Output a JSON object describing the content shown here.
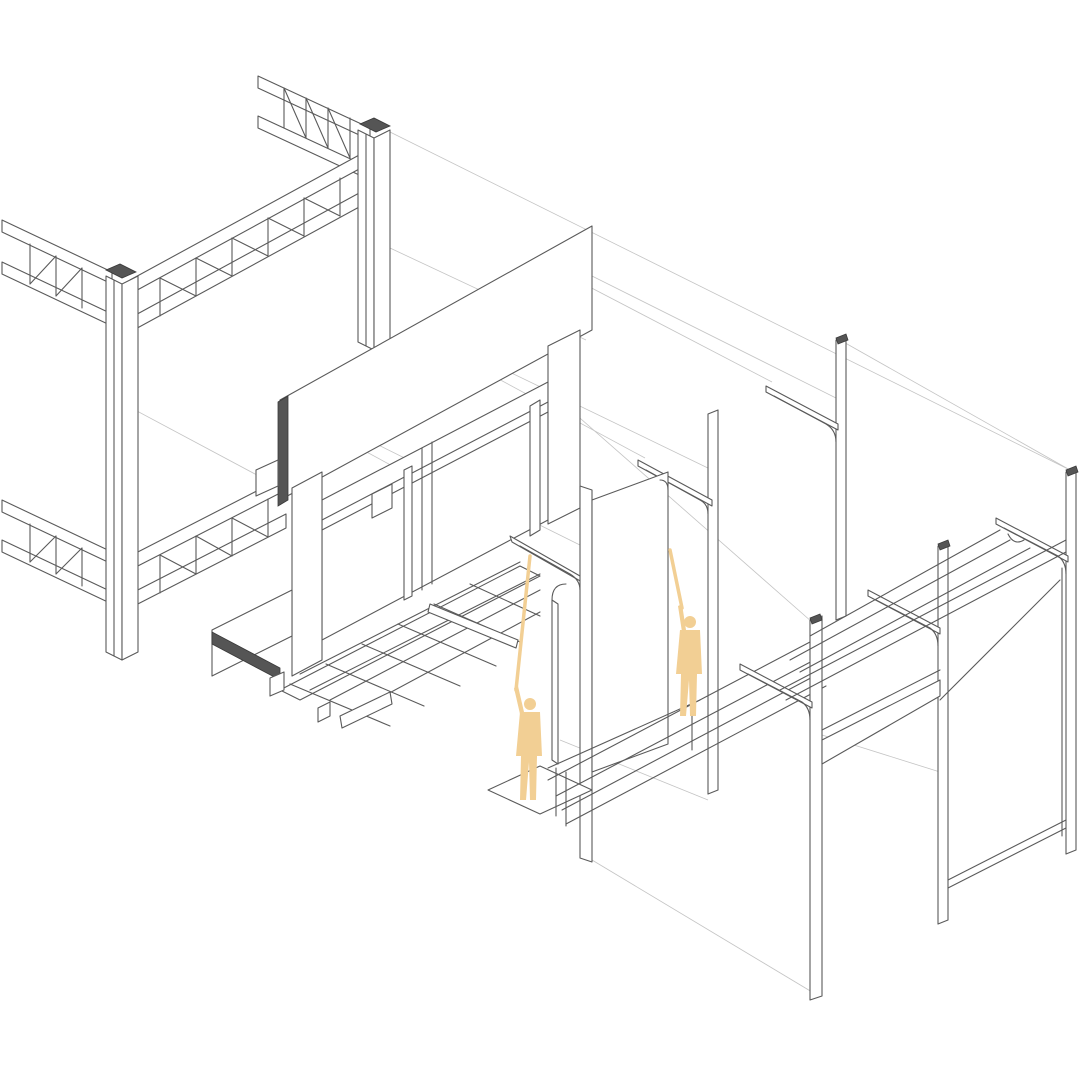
{
  "diagram": {
    "type": "exploded axonometric drawing",
    "text_labels": [],
    "colors": {
      "background": "#ffffff",
      "line": "#5a5a5a",
      "faint_line": "#c4c4c4",
      "dark_fill": "#555555",
      "figure_fill": "#f2cf94"
    },
    "components": [
      "steel-truss-frame",
      "fascia-panel",
      "window-frame",
      "floor-grid",
      "hanging-panel-track",
      "rolling-panel-tracks",
      "human-figures"
    ],
    "human_figure_count": 2
  }
}
